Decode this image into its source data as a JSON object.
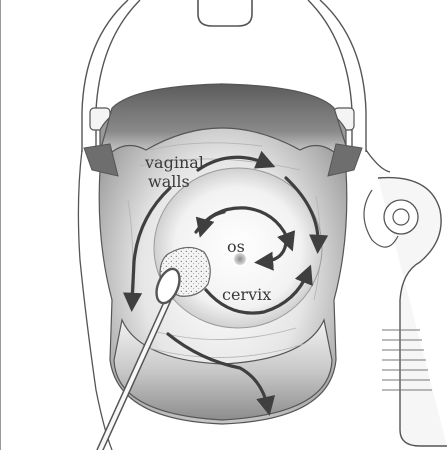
{
  "labels": {
    "vaginal_walls_line1": "vaginal",
    "vaginal_walls_line2": "walls",
    "os": "os",
    "cervix": "cervix"
  },
  "colors": {
    "outline": "#555555",
    "arrow": "#3f3f3f",
    "speculum_dark": "#6e6e6e",
    "background": "#ffffff"
  }
}
